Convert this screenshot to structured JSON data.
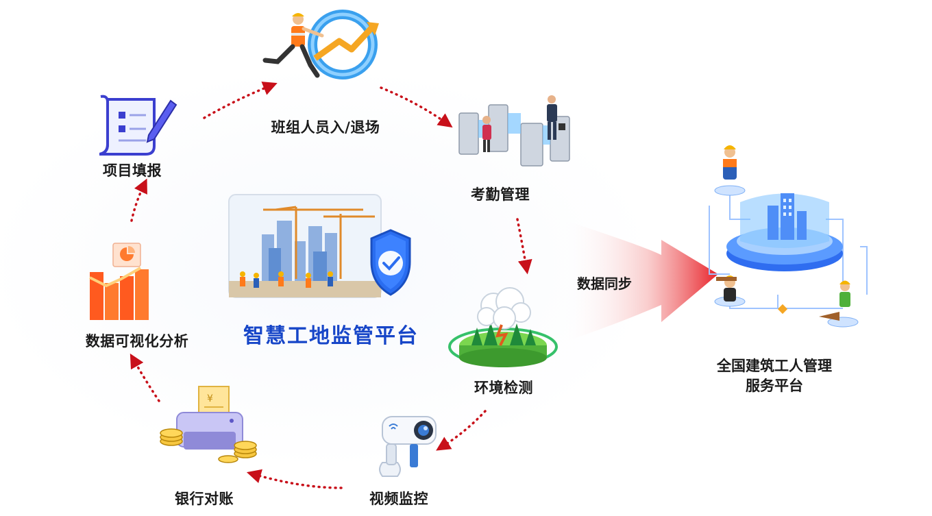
{
  "center": {
    "title": "智慧工地监管平台",
    "title_color": "#1746c8"
  },
  "cycle_steps": [
    {
      "label": "班组人员入/退场",
      "icon": "worker-entry-icon"
    },
    {
      "label": "考勤管理",
      "icon": "turnstile-gate-icon"
    },
    {
      "label": "环境检测",
      "icon": "environment-monitor-icon"
    },
    {
      "label": "视频监控",
      "icon": "security-camera-icon"
    },
    {
      "label": "银行对账",
      "icon": "receipt-printer-icon"
    },
    {
      "label": "数据可视化分析",
      "icon": "bar-chart-icon"
    },
    {
      "label": "项目填报",
      "icon": "form-document-icon"
    }
  ],
  "sync": {
    "label": "数据同步",
    "arrow_color": "#e8232a"
  },
  "national_platform": {
    "line1": "全国建筑工人管理",
    "line2": "服务平台",
    "icon": "data-hub-platform-icon"
  },
  "colors": {
    "dotted_arrow": "#c8101a",
    "accent_blue": "#1e5ee6"
  }
}
